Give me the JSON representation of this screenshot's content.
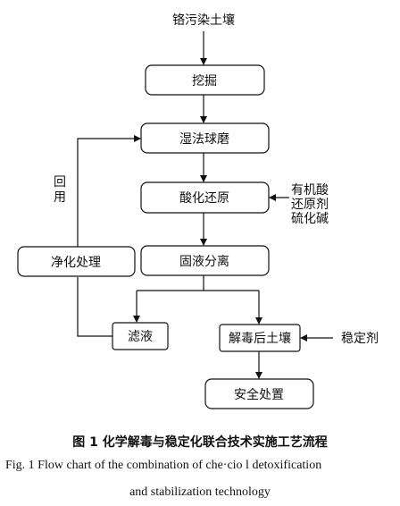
{
  "diagram": {
    "input": "铬污染土壤",
    "steps": {
      "excavation": "挖掘",
      "wet_ball_milling": "湿法球磨",
      "acidification_reduction": "酸化还原",
      "solid_liquid_separation": "固液分离",
      "purification": "净化处理",
      "filtrate": "滤液",
      "detoxified_soil": "解毒后土壤",
      "safe_disposal": "安全处置"
    },
    "reagents_reduction": [
      "有机酸",
      "还原剂",
      "硫化碱"
    ],
    "stabilizer": "稳定剂",
    "recycle_label": [
      "回",
      "用"
    ]
  },
  "caption": {
    "cn": "图 1    化学解毒与稳定化联合技术实施工艺流程",
    "en_line1": "Fig. 1    Flow chart of the combination of che·cio l detoxification",
    "en_line2": "and stabilization technology"
  }
}
